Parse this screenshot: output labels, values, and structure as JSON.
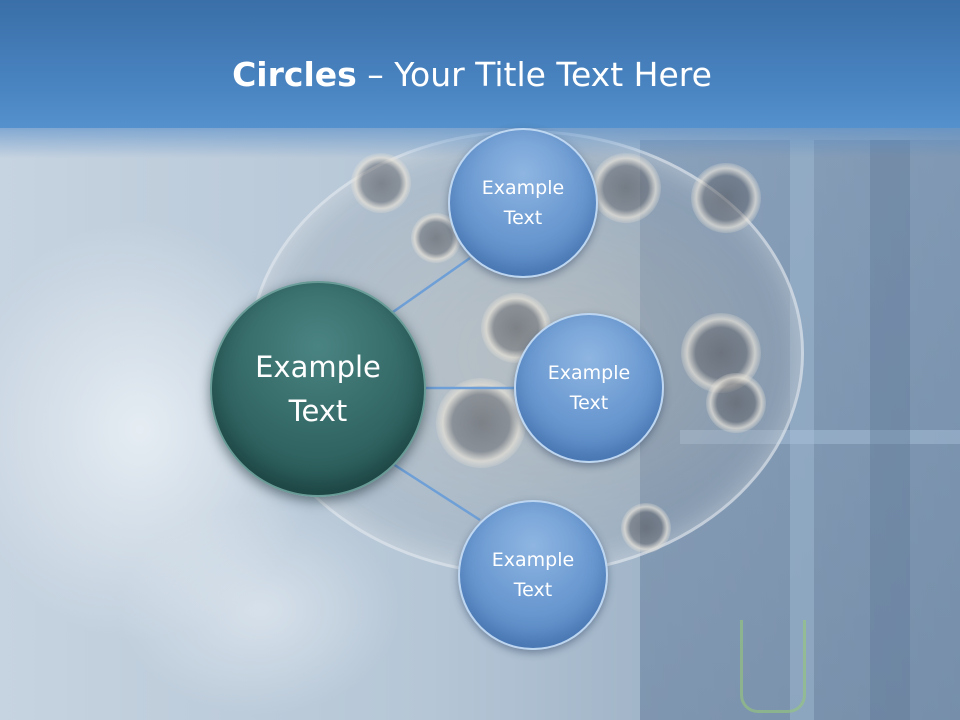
{
  "slide": {
    "title_strong": "Circles",
    "title_rest": " – Your Title Text Here"
  },
  "diagram": {
    "center": {
      "label": "Example\nText"
    },
    "nodes": [
      {
        "label": "Example Text"
      },
      {
        "label": "Example Text"
      },
      {
        "label": "Example Text"
      }
    ]
  },
  "colors": {
    "header": "#4a85c2",
    "center_circle": "#336866",
    "node_circle": "#6d9bd2",
    "connector": "#6e9fd6"
  }
}
